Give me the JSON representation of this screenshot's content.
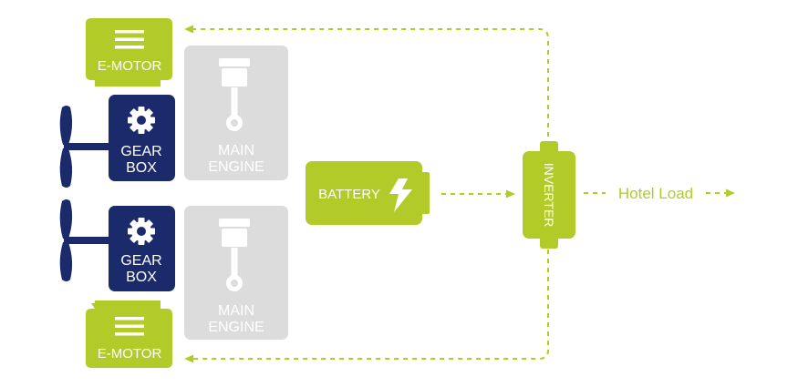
{
  "colors": {
    "green": "#b3cb29",
    "navy": "#1b2a6b",
    "gray": "#dcdcdc",
    "white": "#ffffff"
  },
  "labels": {
    "emotor_top": "E-MOTOR",
    "emotor_bottom": "E-MOTOR",
    "gearbox_top_line1": "GEAR",
    "gearbox_top_line2": "BOX",
    "gearbox_bottom_line1": "GEAR",
    "gearbox_bottom_line2": "BOX",
    "engine_top_line1": "MAIN",
    "engine_top_line2": "ENGINE",
    "engine_bottom_line1": "MAIN",
    "engine_bottom_line2": "ENGINE",
    "battery": "BATTERY",
    "inverter": "INVERTER",
    "hotel_load": "Hotel Load"
  },
  "icons": {
    "emotor": "menu-lines-icon",
    "gearbox": "gear-icon",
    "engine": "piston-icon",
    "battery": "lightning-icon",
    "propeller": "propeller-icon"
  }
}
